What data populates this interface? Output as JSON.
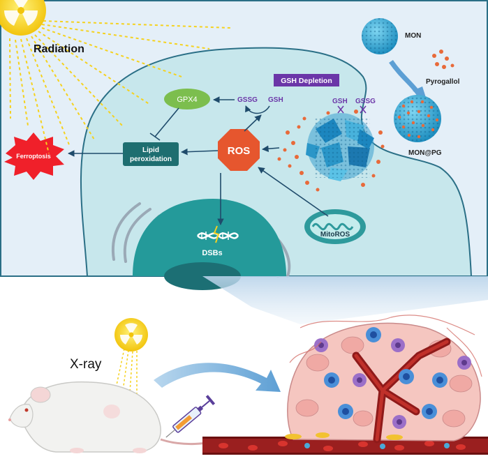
{
  "labels": {
    "radiation": "Radiation",
    "mon": "MON",
    "pyrogallol": "Pyrogallol",
    "mon_pg": "MON@PG",
    "gsh_depletion": "GSH Depletion",
    "gsh": "GSH",
    "gssg": "GSSG",
    "gpx4": "GPX4",
    "ros": "ROS",
    "lipid_line1": "Lipid",
    "lipid_line2": "peroxidation",
    "ferroptosis": "Ferroptosis",
    "dsbs": "DSBs",
    "mitoros": "MitoROS",
    "xray": "X-ray"
  },
  "colors": {
    "panel_bg": "#e4eff8",
    "panel_border": "#2a6f86",
    "cell": "#c7e7ec",
    "nucleus": "#249a9a",
    "ros": "#e6562e",
    "gpx4": "#7cbe4e",
    "lipid": "#1e6e70",
    "ferroptosis": "#f0202a",
    "gsh_label_bg": "#6b36a8",
    "arrow": "#1f4b6b",
    "sun": "#f5d21e"
  },
  "icons": {
    "sun": "radiation-sun-icon",
    "dna": "dna-icon",
    "mouse": "mouse-icon",
    "syringe": "syringe-icon",
    "tumor": "tumor-tissue-icon",
    "nanoparticle": "nanoparticle-icon",
    "mitochondrion": "mitochondrion-icon"
  }
}
